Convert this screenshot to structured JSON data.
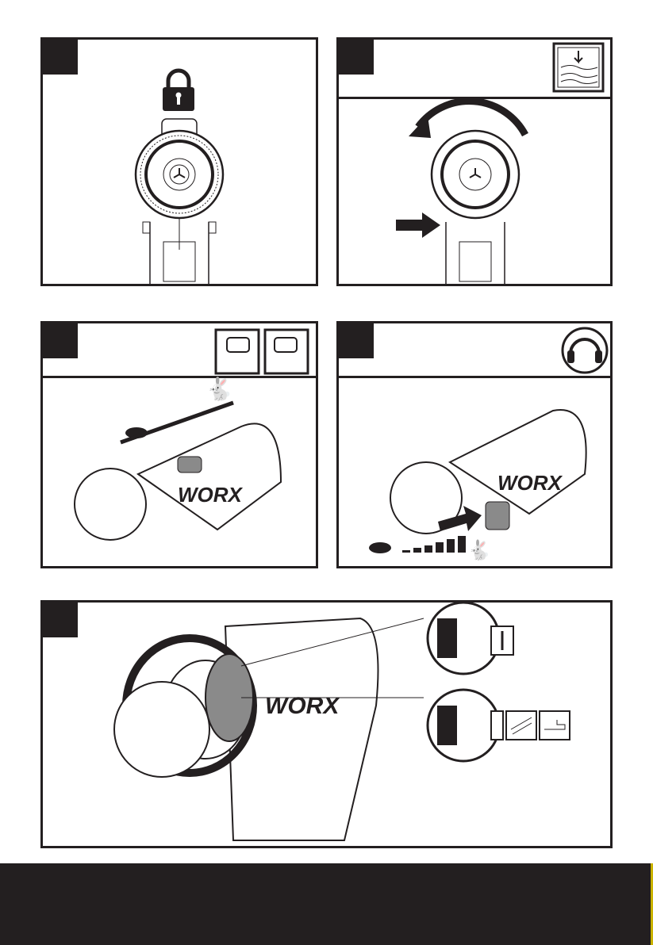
{
  "illustration_text": {
    "brand": "WORX"
  },
  "colors": {
    "ink": "#231f20",
    "paper": "#ffffff",
    "trigger_gray": "#8a8a8a"
  },
  "panels": [
    {
      "id": "A",
      "icons": [
        "lock-icon"
      ]
    },
    {
      "id": "B",
      "icons": [
        "drilling-mode-icon",
        "rotate-arrow-icon",
        "push-arrow-icon"
      ]
    },
    {
      "id": "C",
      "icons": [
        "low-speed-switch-icon",
        "high-speed-switch-icon",
        "tortoise-icon",
        "hare-icon"
      ]
    },
    {
      "id": "D",
      "icons": [
        "ear-protection-icon",
        "tortoise-icon",
        "hare-icon",
        "speed-ramp-icon"
      ]
    },
    {
      "id": "E",
      "icons": [
        "screw-mode-icon",
        "drill-bit-icon",
        "wood-icon",
        "metal-icon"
      ]
    }
  ]
}
